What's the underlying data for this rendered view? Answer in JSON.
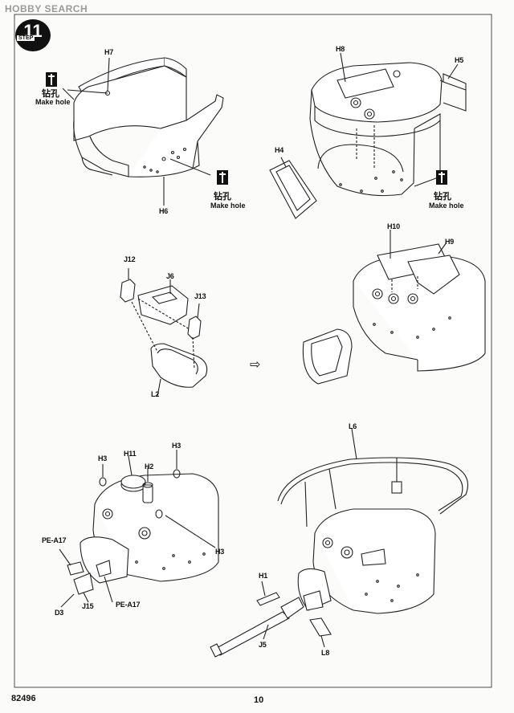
{
  "watermark": "HOBBY SEARCH",
  "step": {
    "number": "11",
    "word": "STEP"
  },
  "drill_notes": [
    {
      "cn": "钻孔",
      "en": "Make hole"
    },
    {
      "cn": "钻孔",
      "en": "Make hole"
    },
    {
      "cn": "钻孔",
      "en": "Make hole"
    }
  ],
  "part_labels": {
    "h7": "H7",
    "h6": "H6",
    "h8": "H8",
    "h5": "H5",
    "h4": "H4",
    "j12": "J12",
    "j6": "J6",
    "j13": "J13",
    "l2": "L2",
    "h10": "H10",
    "h9": "H9",
    "h3a": "H3",
    "h11": "H11",
    "h2": "H2",
    "h3b": "H3",
    "h3c": "H3",
    "pe_a17a": "PE-A17",
    "pe_a17b": "PE-A17",
    "d3": "D3",
    "j15": "J15",
    "l6": "L6",
    "h1": "H1",
    "j5": "J5",
    "l8": "L8"
  },
  "next_arrow": "⇨",
  "footer": {
    "code": "82496",
    "page": "10"
  }
}
